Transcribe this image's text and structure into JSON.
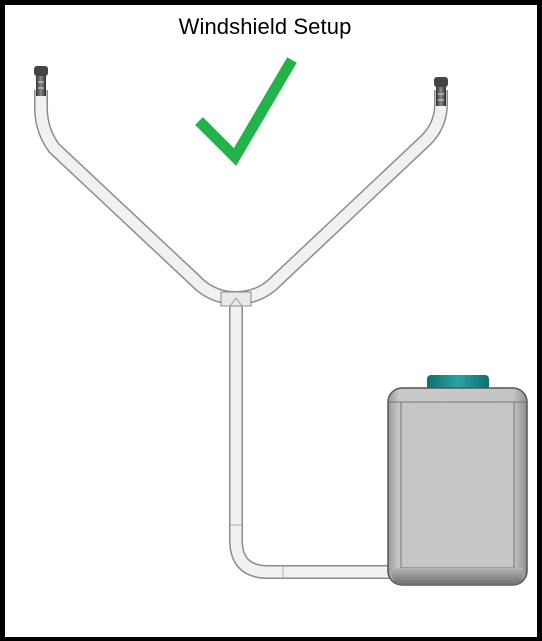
{
  "title": "Windshield Setup",
  "status": {
    "mark": "checkmark-icon",
    "color": "#22b34a"
  },
  "colors": {
    "tube_fill": "#f1f1f1",
    "tube_stroke": "#8c8c8c",
    "reservoir_fill": "#c8c8c8",
    "reservoir_cap": "#1f8f8f"
  },
  "components": [
    "left-nozzle",
    "right-nozzle",
    "y-connector",
    "washer-hose",
    "washer-reservoir"
  ]
}
